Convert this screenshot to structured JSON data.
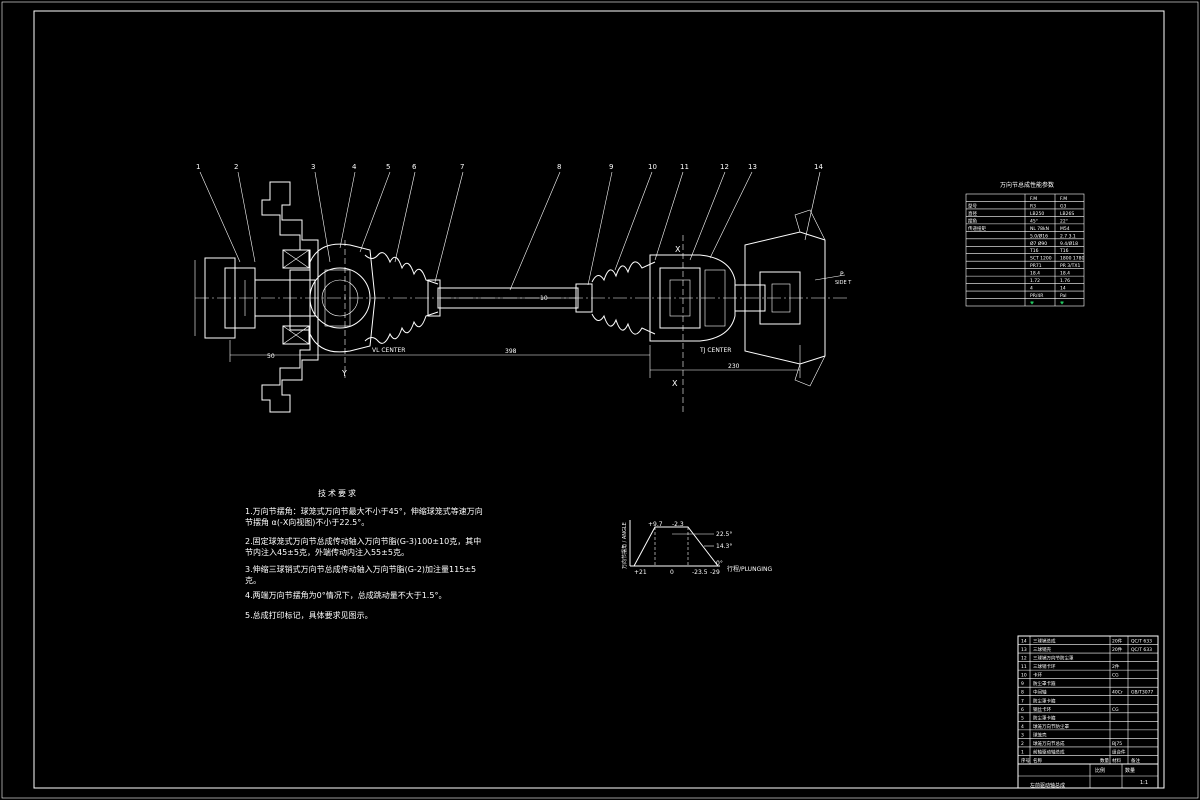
{
  "drawing": {
    "part_numbers": [
      "1",
      "2",
      "3",
      "4",
      "5",
      "6",
      "7",
      "8",
      "9",
      "10",
      "11",
      "12",
      "13",
      "14"
    ],
    "labels": {
      "front_center": "VL CENTER",
      "tj_center": "TJ CENTER",
      "view_x": "X",
      "view_y": "Y",
      "view_p": "P",
      "view_p_sub": "SIDE T",
      "overall_dim": "398",
      "dim_50": "50",
      "dim_230": "230",
      "dim_10": "10"
    }
  },
  "tech_notes": {
    "title": "技术要求",
    "items": [
      "1.万向节摆角：球笼式万向节最大不小于45°，伸缩球笼式等速万向节摆角 α(-X向视图)不小于22.5°。",
      "2.固定球笼式万向节总成传动轴入万向节脂(G-3)100±10克，其中节内注入45±5克，外端传动内注入55±5克。",
      "3.伸缩三球销式万向节总成传动轴入万向节脂(G-2)加注量115±5克。",
      "4.两端万向节摆角为0°情况下，总成跳动量不大于1.5°。",
      "5.总成打印标记，具体要求见图示。"
    ]
  },
  "plunge_chart": {
    "ylabel": "万向节摆角 / ANGLE",
    "xlabel": "行程/PLUNGING",
    "top_labels": [
      "+9.7",
      "-2.3"
    ],
    "right_labels": [
      "22.5°",
      "14.3°",
      "0°"
    ],
    "x_ticks": [
      "+21",
      "0",
      "-23.5",
      "-29"
    ]
  },
  "spec_table": {
    "title": "万向节总成性能参数",
    "headers": [
      "",
      "F.M",
      "F.M"
    ],
    "rows": [
      [
        "型号",
        "R3",
        "G3"
      ],
      [
        "直径",
        "LB250",
        "LB26S"
      ],
      [
        "摆角",
        "45°",
        "22°"
      ],
      [
        "传递扭矩",
        "NL 78kN",
        "M54"
      ],
      [
        "",
        "5.0/Ø16",
        "2.7 3.1"
      ],
      [
        "",
        "Ø7 Ø90",
        "9.4/Ø18"
      ],
      [
        "",
        "T16",
        "T16"
      ],
      [
        "",
        "SCT 1200",
        "1800 1780"
      ],
      [
        "",
        "PR71",
        "PR 3/TX1"
      ],
      [
        "",
        "18.4",
        "18.4"
      ],
      [
        "",
        "1.72",
        "1.76"
      ],
      [
        "",
        "4",
        "14"
      ],
      [
        "",
        "PR/4R",
        "Pal"
      ],
      [
        "",
        "♥",
        "♥"
      ]
    ]
  },
  "bom": {
    "rows": [
      [
        "14",
        "三球销总成",
        "",
        "20件",
        "QC/T 633"
      ],
      [
        "13",
        "三球销壳",
        "",
        "20件",
        "QC/T 633"
      ],
      [
        "12",
        "三球销万向节防尘罩",
        "",
        "",
        ""
      ],
      [
        "11",
        "三球销卡环",
        "",
        "2件",
        ""
      ],
      [
        "10",
        "卡环",
        "",
        "CG",
        ""
      ],
      [
        "9",
        "防尘罩卡箍",
        "",
        "",
        ""
      ],
      [
        "8",
        "中间轴",
        "",
        "40Cr",
        "GB/T3077"
      ],
      [
        "7",
        "防尘罩卡箍",
        "",
        "",
        ""
      ],
      [
        "6",
        "钢丝卡环",
        "",
        "CG",
        ""
      ],
      [
        "5",
        "防尘罩卡箍",
        "",
        "",
        ""
      ],
      [
        "4",
        "球笼万向节防尘罩",
        "",
        "",
        ""
      ],
      [
        "3",
        "球笼壳",
        "",
        "",
        ""
      ],
      [
        "2",
        "球笼万向节总成",
        "",
        "BJ75",
        ""
      ],
      [
        "1",
        "前轴驱动轴总成",
        "",
        "组合件",
        ""
      ]
    ],
    "header": [
      "序号",
      "名称",
      "数量",
      "材料",
      "备注"
    ],
    "title_block": {
      "drawing_name": "左前驱动轴总成",
      "scale_label": "比例",
      "sheet_label": "数量",
      "ratio": "1:1"
    }
  }
}
